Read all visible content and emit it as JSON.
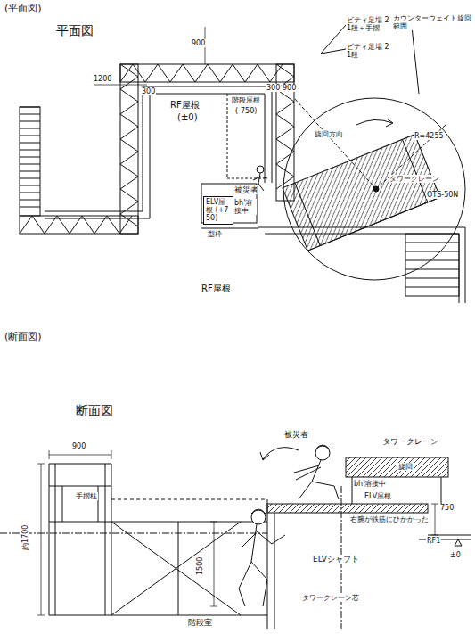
{
  "diagram": {
    "nodes": [
      {
        "text": [
          "ELV屋根 (+750)"
        ]
      }
    ],
    "labels": [
      "(平面図)",
      "平面図",
      "1200",
      "300",
      "900",
      "RF屋根",
      "(±0)",
      "階段屋根",
      "(-750)",
      "300",
      "900",
      "ビティ足場 21段＋手摺",
      "カウンターウェイト旋回範囲",
      "ビティ足場 21段",
      "旋回方向",
      "R=4255",
      "タワークレーン",
      "OTS-50N",
      "被災者",
      "bh'溶接中",
      "型枠",
      "RF屋根",
      "(断面図)",
      "断面図",
      "900",
      "約1700",
      "手摺柱",
      "1500",
      "被災者",
      "タワークレーン",
      "旋回",
      "bh'溶接中",
      "ELV屋根",
      "右腕が鉄筋にひかかった",
      "750",
      "RF1",
      "±0",
      "ELVシャフト",
      "タワークレーン芯",
      "階段室"
    ]
  }
}
